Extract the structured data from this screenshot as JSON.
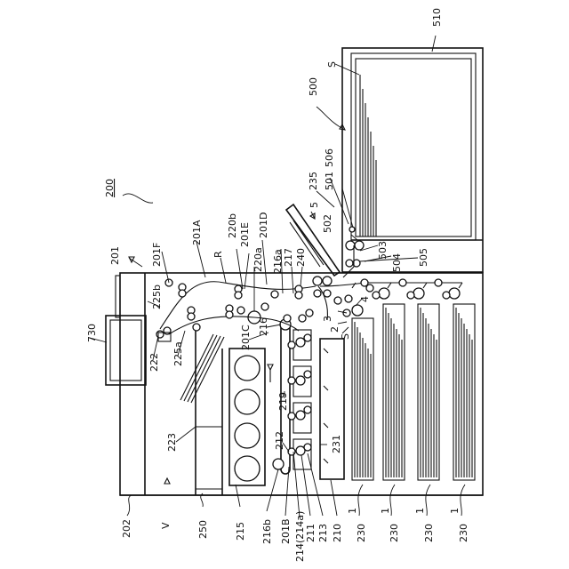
{
  "figure": {
    "main": "200",
    "refs": {
      "r201": "201",
      "r201A": "201A",
      "r201B": "201B",
      "r201C": "201C",
      "r201D": "201D",
      "r201E": "201E",
      "r201F": "201F",
      "r202": "202",
      "r210": "210",
      "r211": "211",
      "r212": "212",
      "r213": "213",
      "r214": "214(214a)",
      "r215": "215",
      "r216": "216",
      "r216a": "216a",
      "r216b": "216b",
      "r217": "217",
      "r219": "219",
      "r220a": "220a",
      "r220b": "220b",
      "r222": "222",
      "r223": "223",
      "r225a": "225a",
      "r225b": "225b",
      "r230": "230",
      "r231": "231",
      "r235": "235",
      "r240": "240",
      "r250": "250",
      "r500": "500",
      "r501": "501",
      "r502": "502",
      "r503": "503",
      "r504": "504",
      "r505": "505",
      "r506": "506",
      "r510": "510",
      "r730": "730",
      "rS": "S",
      "rR": "R",
      "rV": "V",
      "r1": "1",
      "r2": "2",
      "r3": "3",
      "r4": "4",
      "r5": "5"
    }
  }
}
